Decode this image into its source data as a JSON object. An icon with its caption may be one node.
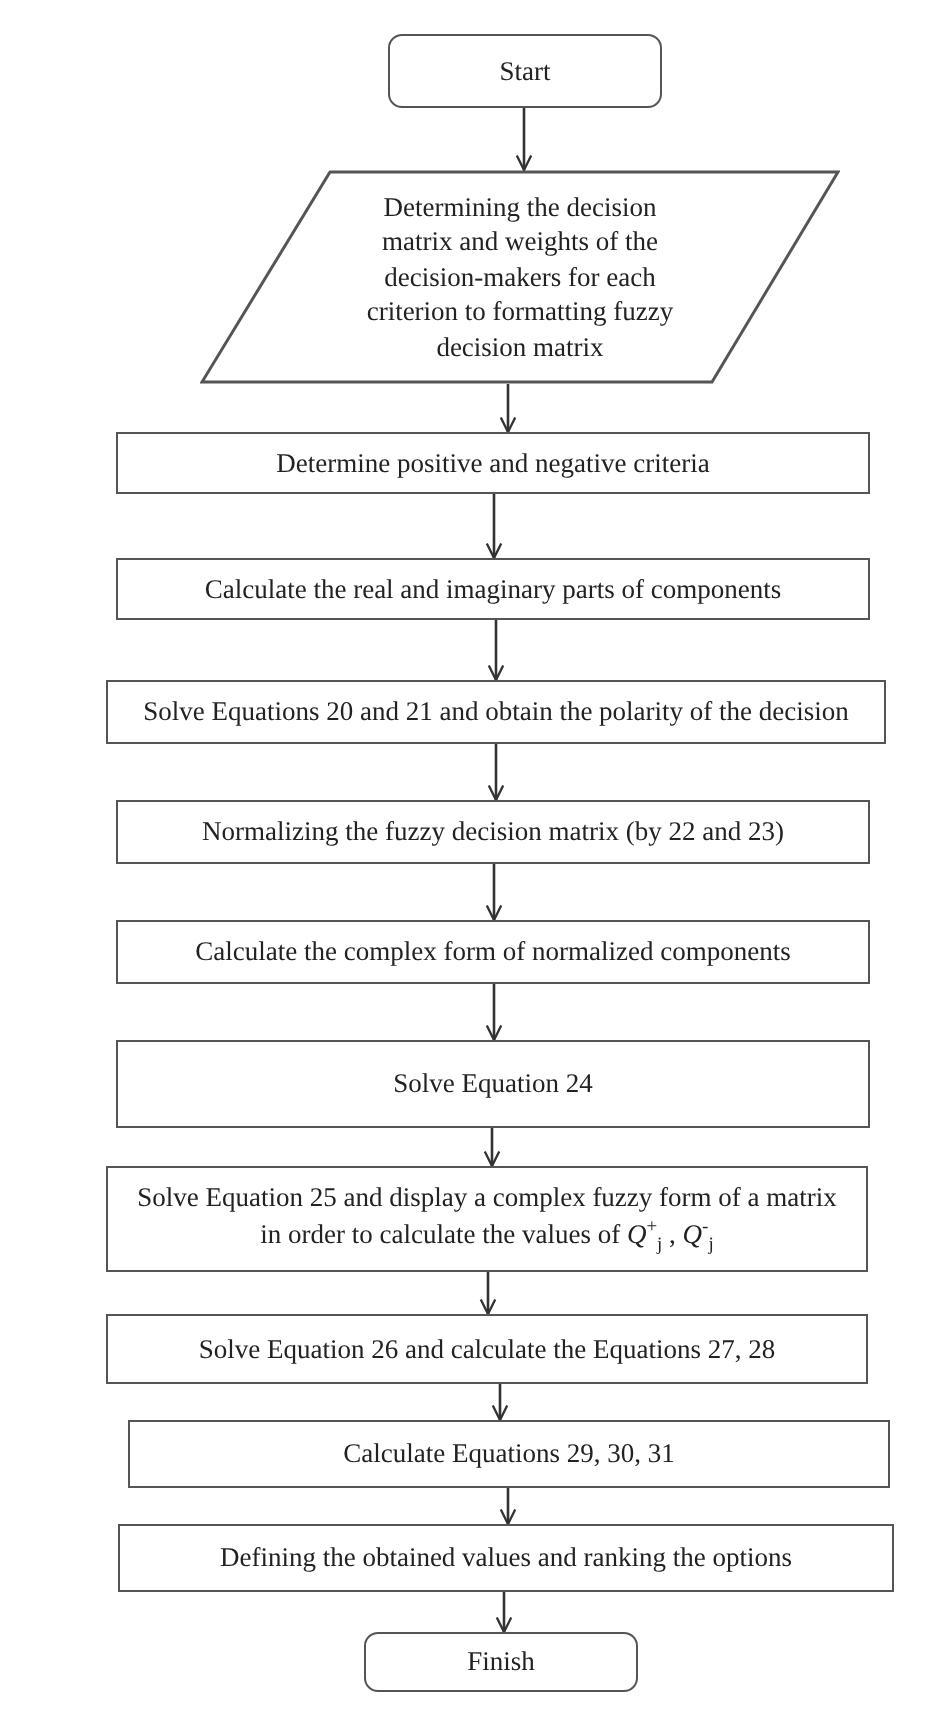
{
  "diagram": {
    "nodes": [
      {
        "text": [
          "Start"
        ]
      },
      {
        "text": [
          "Determining the decision matrix and weights of the decision-makers for each criterion to formatting fuzzy decision matrix"
        ]
      },
      {
        "text": [
          "Determine positive and negative criteria"
        ]
      },
      {
        "text": [
          "Calculate the real and imaginary parts of components"
        ]
      },
      {
        "text": [
          "Solve Equations 20 and 21 and obtain the polarity of the decision"
        ]
      },
      {
        "text": [
          "Normalizing the fuzzy decision matrix (by 22 and 23)"
        ]
      },
      {
        "text": [
          "Calculate the complex form of normalized components"
        ]
      },
      {
        "text": [
          "Solve Equation 24"
        ]
      },
      {
        "text": [
          "Solve Equation 25 and display a complex fuzzy form of a matrix in order to calculate the values of *Q*$^{+}$$_{j}$ , *Q*$^{-}$$_{j}$"
        ]
      },
      {
        "text": [
          "Solve Equation 26 and calculate the Equations 27, 28"
        ]
      },
      {
        "text": [
          "Calculate Equations 29, 30, 31"
        ]
      },
      {
        "text": [
          "Defining the obtained values and ranking the options"
        ]
      },
      {
        "text": [
          "Finish"
        ]
      }
    ],
    "edges": [
      {
        "from": 0,
        "to": 1,
        "arrow": "to"
      },
      {
        "from": 1,
        "to": 2,
        "arrow": "to"
      },
      {
        "from": 2,
        "to": 3,
        "arrow": "to"
      },
      {
        "from": 3,
        "to": 4,
        "arrow": "to"
      },
      {
        "from": 4,
        "to": 5,
        "arrow": "to"
      },
      {
        "from": 5,
        "to": 6,
        "arrow": "to"
      },
      {
        "from": 6,
        "to": 7,
        "arrow": "to"
      },
      {
        "from": 7,
        "to": 8,
        "arrow": "to"
      },
      {
        "from": 8,
        "to": 9,
        "arrow": "to"
      },
      {
        "from": 9,
        "to": 10,
        "arrow": "to"
      },
      {
        "from": 10,
        "to": 11,
        "arrow": "to"
      },
      {
        "from": 11,
        "to": 12,
        "arrow": "to"
      }
    ]
  }
}
